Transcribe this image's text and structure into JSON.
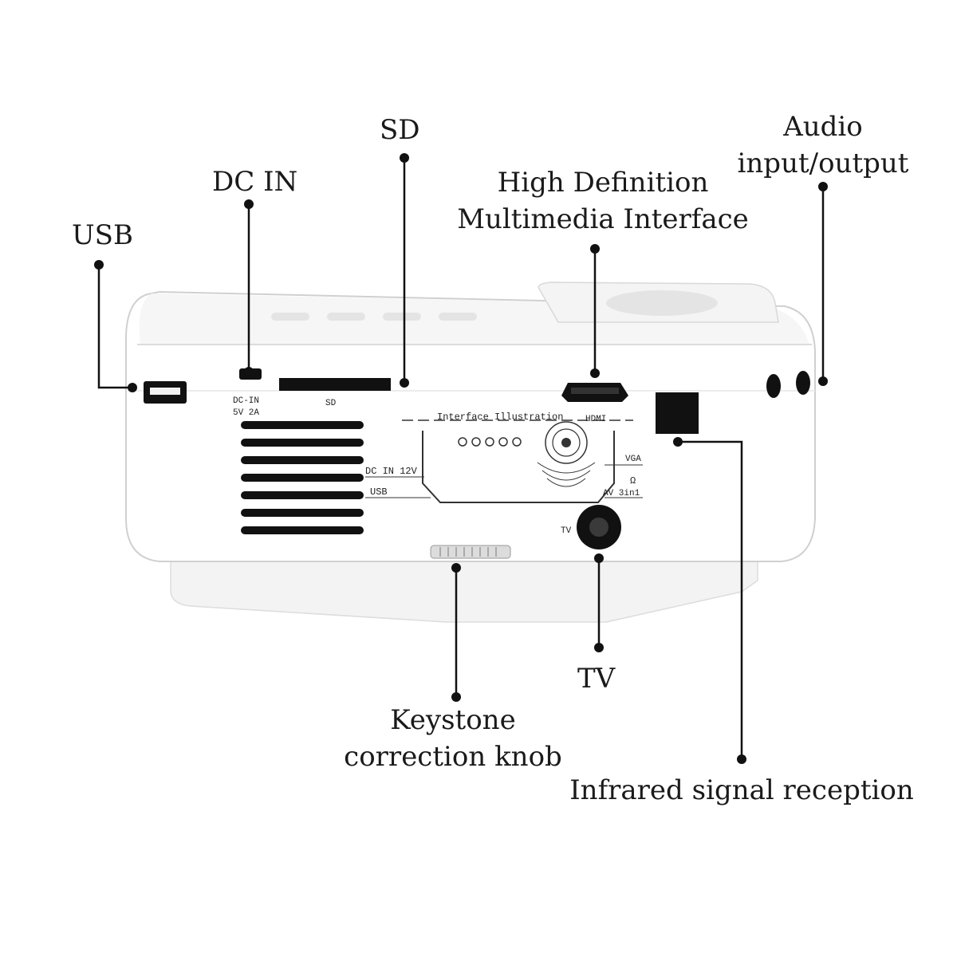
{
  "callouts": {
    "usb": "USB",
    "dc_in": "DC IN",
    "sd": "SD",
    "hdmi_line1": "High Definition",
    "hdmi_line2": "Multimedia Interface",
    "audio_line1": "Audio",
    "audio_line2": "input/output",
    "tv": "TV",
    "keystone_line1": "Keystone",
    "keystone_line2": "correction knob",
    "infrared": "Infrared signal reception"
  },
  "device_labels": {
    "dcin_line1": "DC-IN",
    "dcin_line2": "5V 2A",
    "sd": "SD",
    "illustration_title": "Interface Illustration",
    "hdmi": "HDMI",
    "vga": "VGA",
    "dc_in_12v": "DC IN 12V",
    "usb": "USB",
    "av": "AV 3in1",
    "headphone": "Ω",
    "tv": "TV"
  },
  "colors": {
    "device_body": "#ffffff",
    "device_shadow": "#e6e6e6",
    "port_black": "#111111",
    "leader_line": "#111111"
  }
}
